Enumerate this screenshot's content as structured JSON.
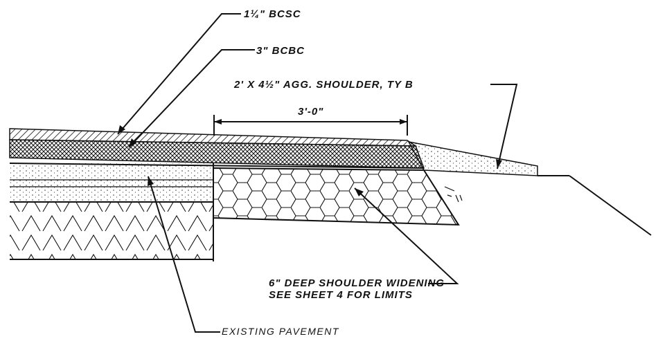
{
  "labels": {
    "bcsc": "1¼\" BCSC",
    "bcbc": "3\" BCBC",
    "shoulder": "2' X 4½\" AGG. SHOULDER, TY B",
    "dimension": "3'-0\"",
    "widening_line1": "6\" DEEP SHOULDER WIDENING",
    "widening_line2": "SEE SHEET 4 FOR LIMITS",
    "existing": "EXISTING PAVEMENT"
  }
}
